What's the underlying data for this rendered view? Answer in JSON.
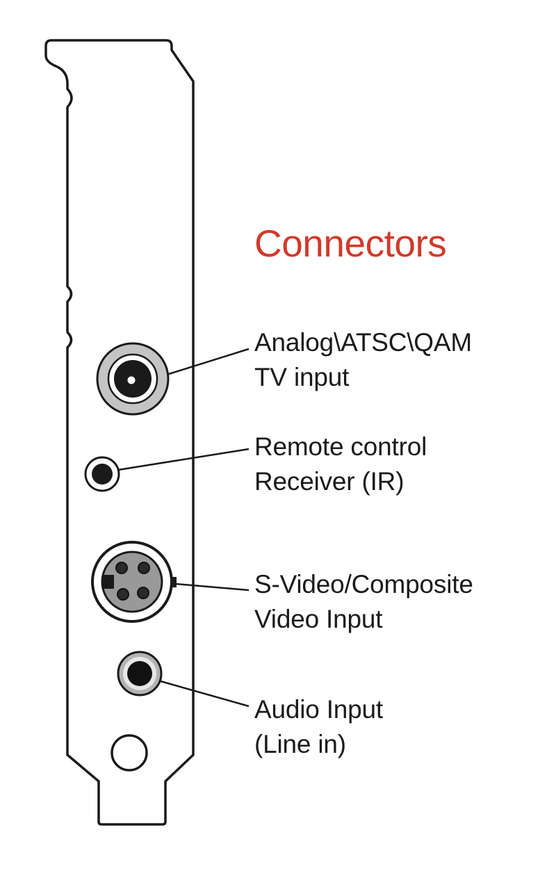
{
  "title": "Connectors",
  "colors": {
    "title": "#d2392a",
    "outline": "#1a1a1a",
    "bracket_fill": "#ffffff",
    "coax_ring": "#c4c4c4",
    "svideo_face": "#999999",
    "audio_ring": "#b3b3b3"
  },
  "labels": [
    {
      "id": "tv-input",
      "line1": "Analog\\ATSC\\QAM",
      "line2": "TV input"
    },
    {
      "id": "ir-receiver",
      "line1": "Remote control",
      "line2": "Receiver (IR)"
    },
    {
      "id": "video-input",
      "line1": "S-Video/Composite",
      "line2": "Video Input"
    },
    {
      "id": "audio-input",
      "line1": "Audio Input",
      "line2": "(Line in)"
    }
  ],
  "connectors": [
    {
      "name": "coax-tv-connector",
      "type": "coaxial"
    },
    {
      "name": "ir-receiver-connector",
      "type": "ir-window"
    },
    {
      "name": "s-video-connector",
      "type": "mini-din-4"
    },
    {
      "name": "audio-jack-connector",
      "type": "3.5mm-jack"
    },
    {
      "name": "screw-hole",
      "type": "mounting-hole"
    }
  ]
}
